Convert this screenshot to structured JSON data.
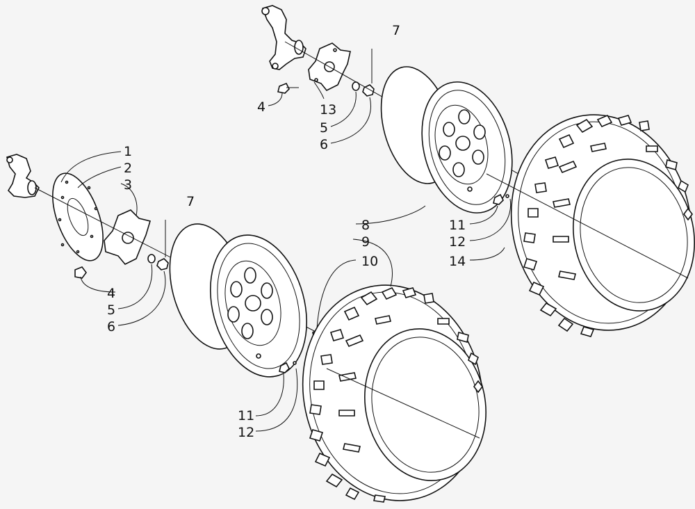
{
  "colors": {
    "background": "#f5f5f5",
    "ink": "#111111"
  },
  "callouts": {
    "c1": "1",
    "c2": "2",
    "c3": "3",
    "c4_left": "4",
    "c5_left": "5",
    "c6_left": "6",
    "c7_left": "7",
    "c4_top": "4",
    "c5_top": "5",
    "c6_top": "6",
    "c7_top": "7",
    "c8": "8",
    "c9": "9",
    "c10": "10",
    "c11_left": "11",
    "c12_left": "12",
    "c11_right": "11",
    "c12_right": "12",
    "c13": "13",
    "c14": "14"
  }
}
